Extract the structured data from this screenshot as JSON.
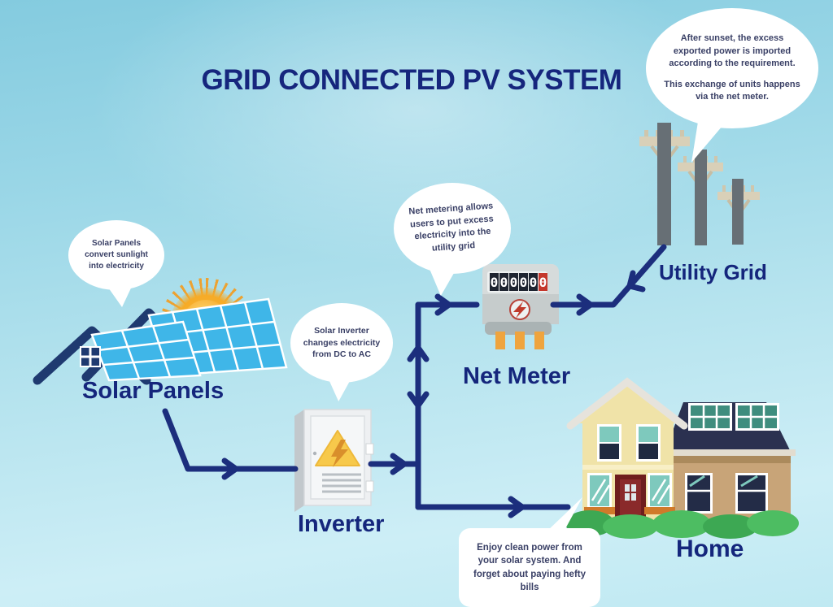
{
  "title": "GRID CONNECTED PV SYSTEM",
  "nodes": {
    "solar_panels": {
      "label": "Solar Panels"
    },
    "inverter": {
      "label": "Inverter"
    },
    "net_meter": {
      "label": "Net Meter",
      "digits": [
        "0",
        "0",
        "0",
        "0",
        "0",
        "0"
      ]
    },
    "utility_grid": {
      "label": "Utility Grid"
    },
    "home": {
      "label": "Home"
    }
  },
  "bubbles": {
    "solar_panels": {
      "text": "Solar Panels convert sunlight into electricity"
    },
    "inverter": {
      "text": "Solar Inverter changes electricity from DC to AC"
    },
    "net_metering": {
      "text": "Net metering allows users to put excess electricity into the utility grid"
    },
    "grid_exchange": {
      "text1": "After sunset, the excess exported power is imported according to the requirement.",
      "text2": "This exchange of units happens via the net meter."
    },
    "home": {
      "text": "Enjoy clean power from your solar system. And forget about paying hefty bills"
    }
  },
  "colors": {
    "title_navy": "#16267d",
    "arrow_navy": "#1c2e7d",
    "panel_blue": "#3fb6e8",
    "roof_navy": "#1f3a70",
    "sun_orange": "#f6a41f",
    "bubble_text": "#3a4066",
    "meter_digit_red": "#c4372c",
    "background_top": "#8fd0e2",
    "background_bottom": "#c8ebf3"
  }
}
